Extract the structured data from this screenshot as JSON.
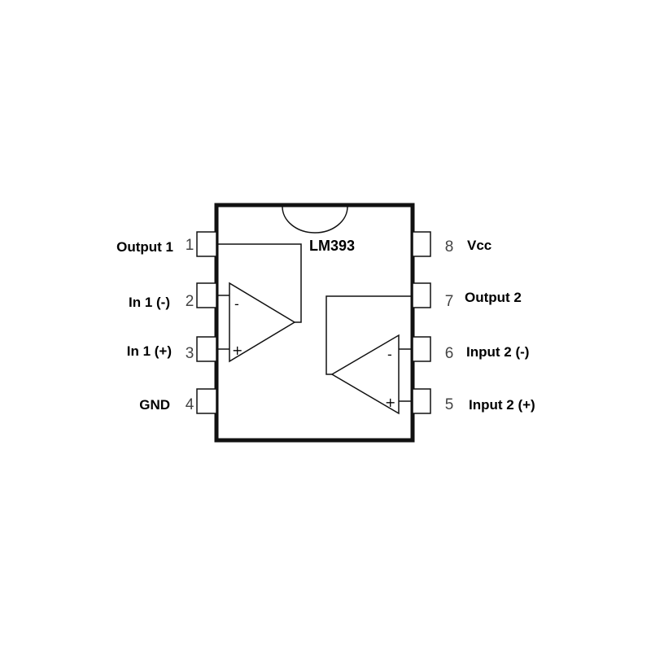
{
  "chip": {
    "label": "LM393"
  },
  "pins": [
    {
      "number": "1",
      "name": "Output 1"
    },
    {
      "number": "2",
      "name": "In 1 (-)"
    },
    {
      "number": "3",
      "name": "In 1 (+)"
    },
    {
      "number": "4",
      "name": "GND"
    },
    {
      "number": "5",
      "name": "Input 2 (+)"
    },
    {
      "number": "6",
      "name": "Input 2 (-)"
    },
    {
      "number": "7",
      "name": "Output 2"
    },
    {
      "number": "8",
      "name": "Vcc"
    }
  ],
  "comparators": [
    {
      "minus": "-",
      "plus": "+"
    },
    {
      "minus": "-",
      "plus": "+"
    }
  ]
}
